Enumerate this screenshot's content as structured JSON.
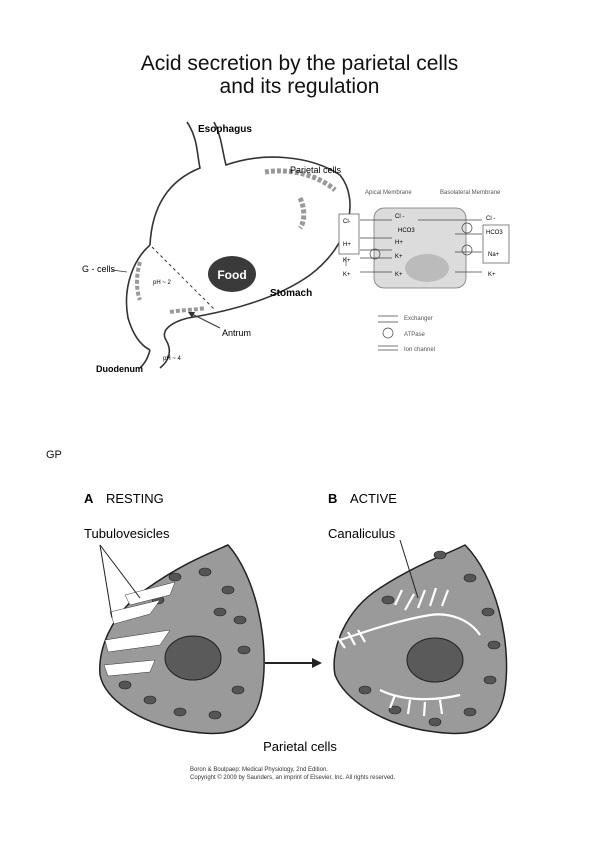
{
  "title": {
    "line1": "Acid secretion by the parietal cells",
    "line2": "and its regulation"
  },
  "stomach_diagram": {
    "esophagus": "Esophagus",
    "parietal_cells": "Parietal cells",
    "g_cells": "G - cells",
    "ph_stomach": "pH ~ 2",
    "food": "Food",
    "stomach": "Stomach",
    "antrum": "Antrum",
    "ph_duodenum": "pH ~ 4",
    "duodenum": "Duodenum"
  },
  "membrane_diagram": {
    "apical": "Apical Membrane",
    "basolateral": "Basolateral Membrane",
    "cl_in_box": "Cl-",
    "h_in_box": "H+",
    "k_left_1": "K+",
    "k_left_2": "K+",
    "cl_cell": "Cl -",
    "hco3_cell": "HCO3",
    "h_cell": "H+",
    "k_cell_1": "K+",
    "k_cell_2": "K+",
    "cl_right": "Cl -",
    "hco3_box": "HCO3",
    "na_box": "Na+",
    "k_right": "K+",
    "legend_exchanger": "Exchanger",
    "legend_atpase": "ATPase",
    "legend_channel": "Ion channel"
  },
  "gp_label": "GP",
  "cells_figure": {
    "a_letter": "A",
    "a_label": "RESTING",
    "b_letter": "B",
    "b_label": "ACTIVE",
    "tubulovesicles": "Tubulovesicles",
    "canaliculus": "Canaliculus",
    "caption": "Parietal cells",
    "credit1": "Boron & Boulpaep: Medical Physiology, 2nd Edition.",
    "credit2": "Copyright © 2009 by Saunders, an imprint of Elsevier, Inc. All rights reserved."
  }
}
